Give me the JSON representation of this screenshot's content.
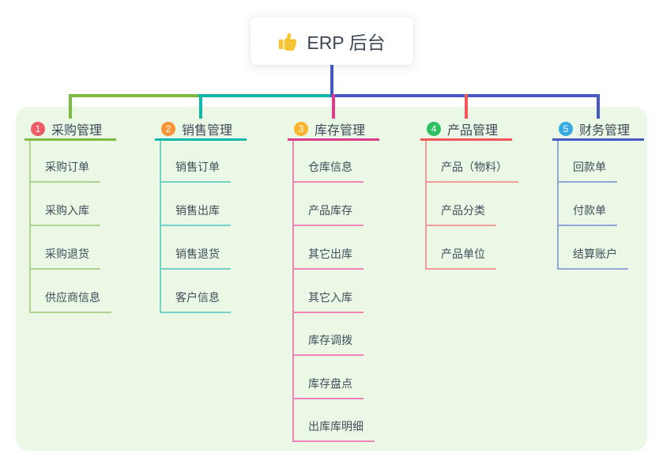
{
  "root": {
    "label": "ERP 后台",
    "icon": "thumbs-up",
    "connector_color": "#4557c4"
  },
  "canvas": {
    "panel_color": "#ecf8e6",
    "page_background": "#ffffff",
    "node_background": "#ffffff"
  },
  "branches": [
    {
      "number": "1",
      "label": "采购管理",
      "badge_color": "#ee5a67",
      "line_color": "#7cbb3f",
      "sub_line_color": "#aed391",
      "children": [
        "采购订单",
        "采购入库",
        "采购退货",
        "供应商信息"
      ]
    },
    {
      "number": "2",
      "label": "销售管理",
      "badge_color": "#f99338",
      "line_color": "#10b7aa",
      "sub_line_color": "#76d1c8",
      "children": [
        "销售订单",
        "销售出库",
        "销售退货",
        "客户信息"
      ]
    },
    {
      "number": "3",
      "label": "库存管理",
      "badge_color": "#feb32c",
      "line_color": "#dc3c8c",
      "sub_line_color": "#ef82b7",
      "children": [
        "仓库信息",
        "产品库存",
        "其它出库",
        "其它入库",
        "库存调拨",
        "库存盘点",
        "出库库明细"
      ]
    },
    {
      "number": "4",
      "label": "产品管理",
      "badge_color": "#2ec161",
      "line_color": "#f25656",
      "sub_line_color": "#f49c9c",
      "children": [
        "产品（物料）",
        "产品分类",
        "产品单位"
      ]
    },
    {
      "number": "5",
      "label": "财务管理",
      "badge_color": "#35abe2",
      "line_color": "#4557c4",
      "sub_line_color": "#93a6da",
      "children": [
        "回款单",
        "付款单",
        "结算账户"
      ]
    }
  ]
}
